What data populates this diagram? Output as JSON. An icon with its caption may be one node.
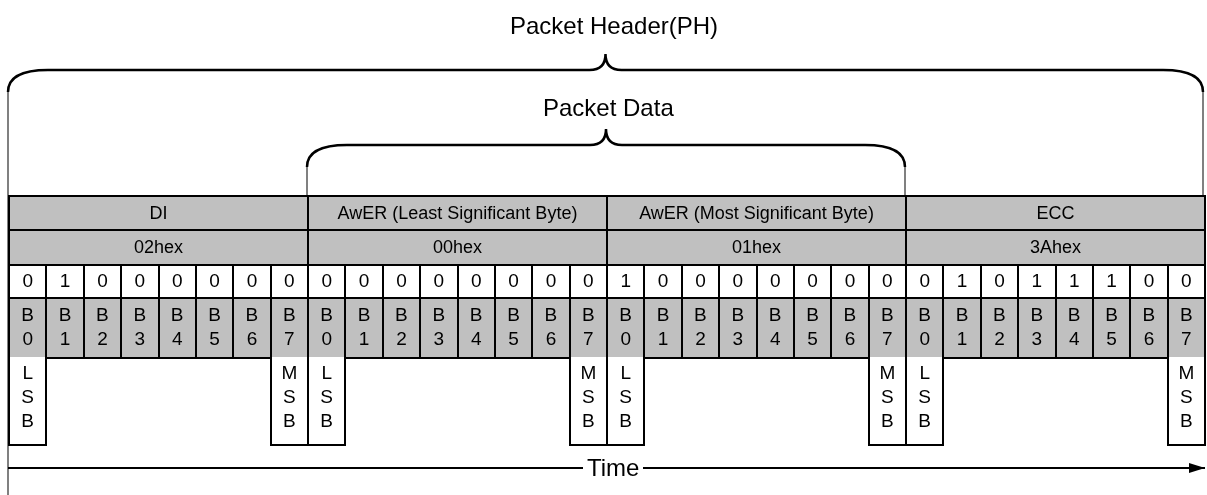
{
  "diagram": {
    "nodes": [
      {
        "text": [
          "DI"
        ]
      },
      {
        "text": [
          "AwER (Least Significant Byte)"
        ]
      },
      {
        "text": [
          "AwER (Most Significant Byte)"
        ]
      },
      {
        "text": [
          "ECC"
        ]
      },
      {
        "text": [
          "02hex"
        ]
      },
      {
        "text": [
          "00hex"
        ]
      },
      {
        "text": [
          "01hex"
        ]
      },
      {
        "text": [
          "3Ahex"
        ]
      },
      {
        "text": [
          "0"
        ]
      },
      {
        "text": [
          "1"
        ]
      },
      {
        "text": [
          "0"
        ]
      },
      {
        "text": [
          "0"
        ]
      },
      {
        "text": [
          "0"
        ]
      },
      {
        "text": [
          "0"
        ]
      },
      {
        "text": [
          "0"
        ]
      },
      {
        "text": [
          "0"
        ]
      },
      {
        "text": [
          "0"
        ]
      },
      {
        "text": [
          "0"
        ]
      },
      {
        "text": [
          "0"
        ]
      },
      {
        "text": [
          "0"
        ]
      },
      {
        "text": [
          "0"
        ]
      },
      {
        "text": [
          "0"
        ]
      },
      {
        "text": [
          "0"
        ]
      },
      {
        "text": [
          "0"
        ]
      },
      {
        "text": [
          "1"
        ]
      },
      {
        "text": [
          "0"
        ]
      },
      {
        "text": [
          "0"
        ]
      },
      {
        "text": [
          "0"
        ]
      },
      {
        "text": [
          "0"
        ]
      },
      {
        "text": [
          "0"
        ]
      },
      {
        "text": [
          "0"
        ]
      },
      {
        "text": [
          "0"
        ]
      },
      {
        "text": [
          "0"
        ]
      },
      {
        "text": [
          "1"
        ]
      },
      {
        "text": [
          "0"
        ]
      },
      {
        "text": [
          "1"
        ]
      },
      {
        "text": [
          "1"
        ]
      },
      {
        "text": [
          "1"
        ]
      },
      {
        "text": [
          "0"
        ]
      },
      {
        "text": [
          "0"
        ]
      },
      {
        "text": [
          "B 0"
        ]
      },
      {
        "text": [
          "B 1"
        ]
      },
      {
        "text": [
          "B 2"
        ]
      },
      {
        "text": [
          "B 3"
        ]
      },
      {
        "text": [
          "B 4"
        ]
      },
      {
        "text": [
          "B 5"
        ]
      },
      {
        "text": [
          "B 6"
        ]
      },
      {
        "text": [
          "B 7"
        ]
      },
      {
        "text": [
          "B 0"
        ]
      },
      {
        "text": [
          "B 1"
        ]
      },
      {
        "text": [
          "B 2"
        ]
      },
      {
        "text": [
          "B 3"
        ]
      },
      {
        "text": [
          "B 4"
        ]
      },
      {
        "text": [
          "B 5"
        ]
      },
      {
        "text": [
          "B 6"
        ]
      },
      {
        "text": [
          "B 7"
        ]
      },
      {
        "text": [
          "B 0"
        ]
      },
      {
        "text": [
          "B 1"
        ]
      },
      {
        "text": [
          "B 2"
        ]
      },
      {
        "text": [
          "B 3"
        ]
      },
      {
        "text": [
          "B 4"
        ]
      },
      {
        "text": [
          "B 5"
        ]
      },
      {
        "text": [
          "B 6"
        ]
      },
      {
        "text": [
          "B 7"
        ]
      },
      {
        "text": [
          "B 0"
        ]
      },
      {
        "text": [
          "B 1"
        ]
      },
      {
        "text": [
          "B 2"
        ]
      },
      {
        "text": [
          "B 3"
        ]
      },
      {
        "text": [
          "B 4"
        ]
      },
      {
        "text": [
          "B 5"
        ]
      },
      {
        "text": [
          "B 6"
        ]
      },
      {
        "text": [
          "B 7"
        ]
      },
      {
        "text": [
          "L S B"
        ]
      },
      {
        "text": [
          "M S B"
        ]
      },
      {
        "text": [
          "L S B"
        ]
      },
      {
        "text": [
          "M S B"
        ]
      },
      {
        "text": [
          "L S B"
        ]
      },
      {
        "text": [
          "M S B"
        ]
      },
      {
        "text": [
          "L S B"
        ]
      },
      {
        "text": [
          "M S B"
        ]
      }
    ],
    "labels": [
      "Packet Header(PH)",
      "Packet Data",
      "Time"
    ]
  }
}
